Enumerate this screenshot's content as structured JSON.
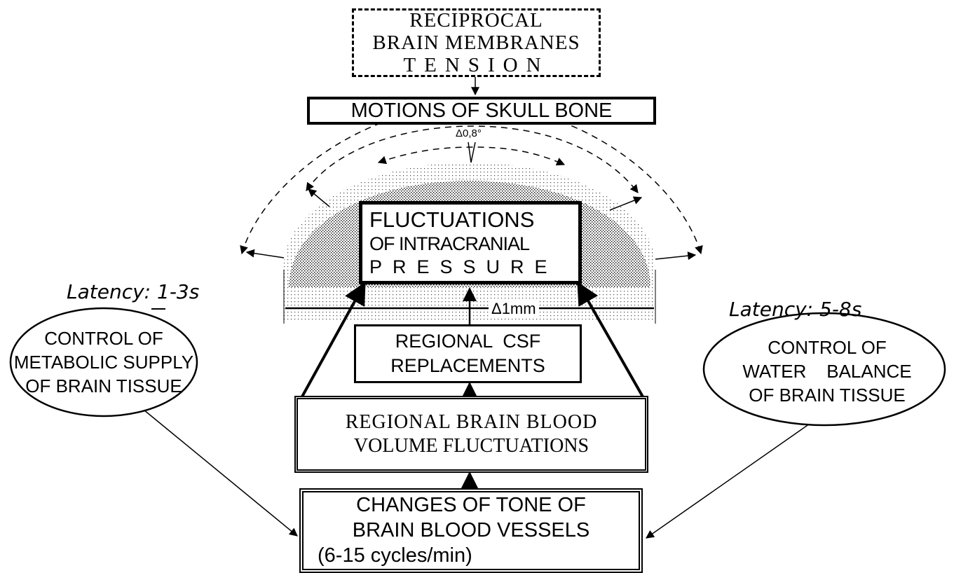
{
  "top_box": {
    "lines": [
      "RECIPROCAL",
      "BRAIN MEMBRANES",
      "TENSION"
    ]
  },
  "skull_box": {
    "text": "MOTIONS OF SKULL BONE"
  },
  "angle_label": "Δ0,8°",
  "icp_box": {
    "lines": [
      "FLUCTUATIONS",
      "OF INTRACRANIAL",
      "PRESSURE"
    ]
  },
  "width_label": "Δ1mm",
  "csf_box": {
    "lines": [
      "REGIONAL  CSF",
      "REPLACEMENTS"
    ]
  },
  "blood_volume_box": {
    "lines": [
      "REGIONAL BRAIN BLOOD",
      "VOLUME FLUCTUATIONS"
    ]
  },
  "tone_box": {
    "lines": [
      "CHANGES OF TONE OF",
      "BRAIN BLOOD VESSELS",
      "(6-15 cycles/min)"
    ]
  },
  "left_latency": "Latency: 1-3s",
  "left_ellipse": {
    "lines": [
      "CONTROL OF",
      "METABOLIC SUPPLY",
      "OF BRAIN TISSUE"
    ]
  },
  "right_latency": "Latency: 5-8s",
  "right_ellipse": {
    "lines": [
      "CONTROL OF",
      "WATER    BALANCE",
      "OF BRAIN TISSUE"
    ]
  }
}
